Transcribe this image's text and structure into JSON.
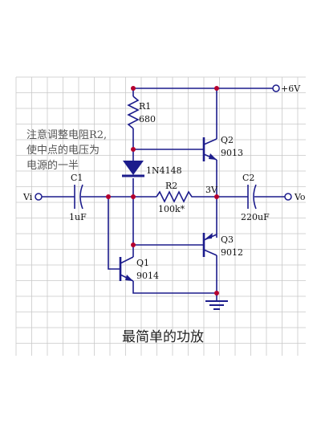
{
  "title": "最简单的功放",
  "note": [
    "注意调整电阻R2,",
    "使中点的电压为",
    "电源的一半"
  ],
  "supply_label": "+6V",
  "input_label": "Vi",
  "output_label": "Vo",
  "midpoint_label": "3V",
  "components": {
    "R1": {
      "ref": "R1",
      "value": "680"
    },
    "R2": {
      "ref": "R2",
      "value": "100k*"
    },
    "D1": {
      "ref": "",
      "value": "1N4148"
    },
    "C1": {
      "ref": "C1",
      "value": "1uF"
    },
    "C2": {
      "ref": "C2",
      "value": "220uF"
    },
    "Q1": {
      "ref": "Q1",
      "value": "9014"
    },
    "Q2": {
      "ref": "Q2",
      "value": "9013"
    },
    "Q3": {
      "ref": "Q3",
      "value": "9012"
    }
  },
  "colors": {
    "grid": "#c9c9c9",
    "wire": "#1c1c8c",
    "node": "#b5002e",
    "diode": "#1c1c8c"
  }
}
